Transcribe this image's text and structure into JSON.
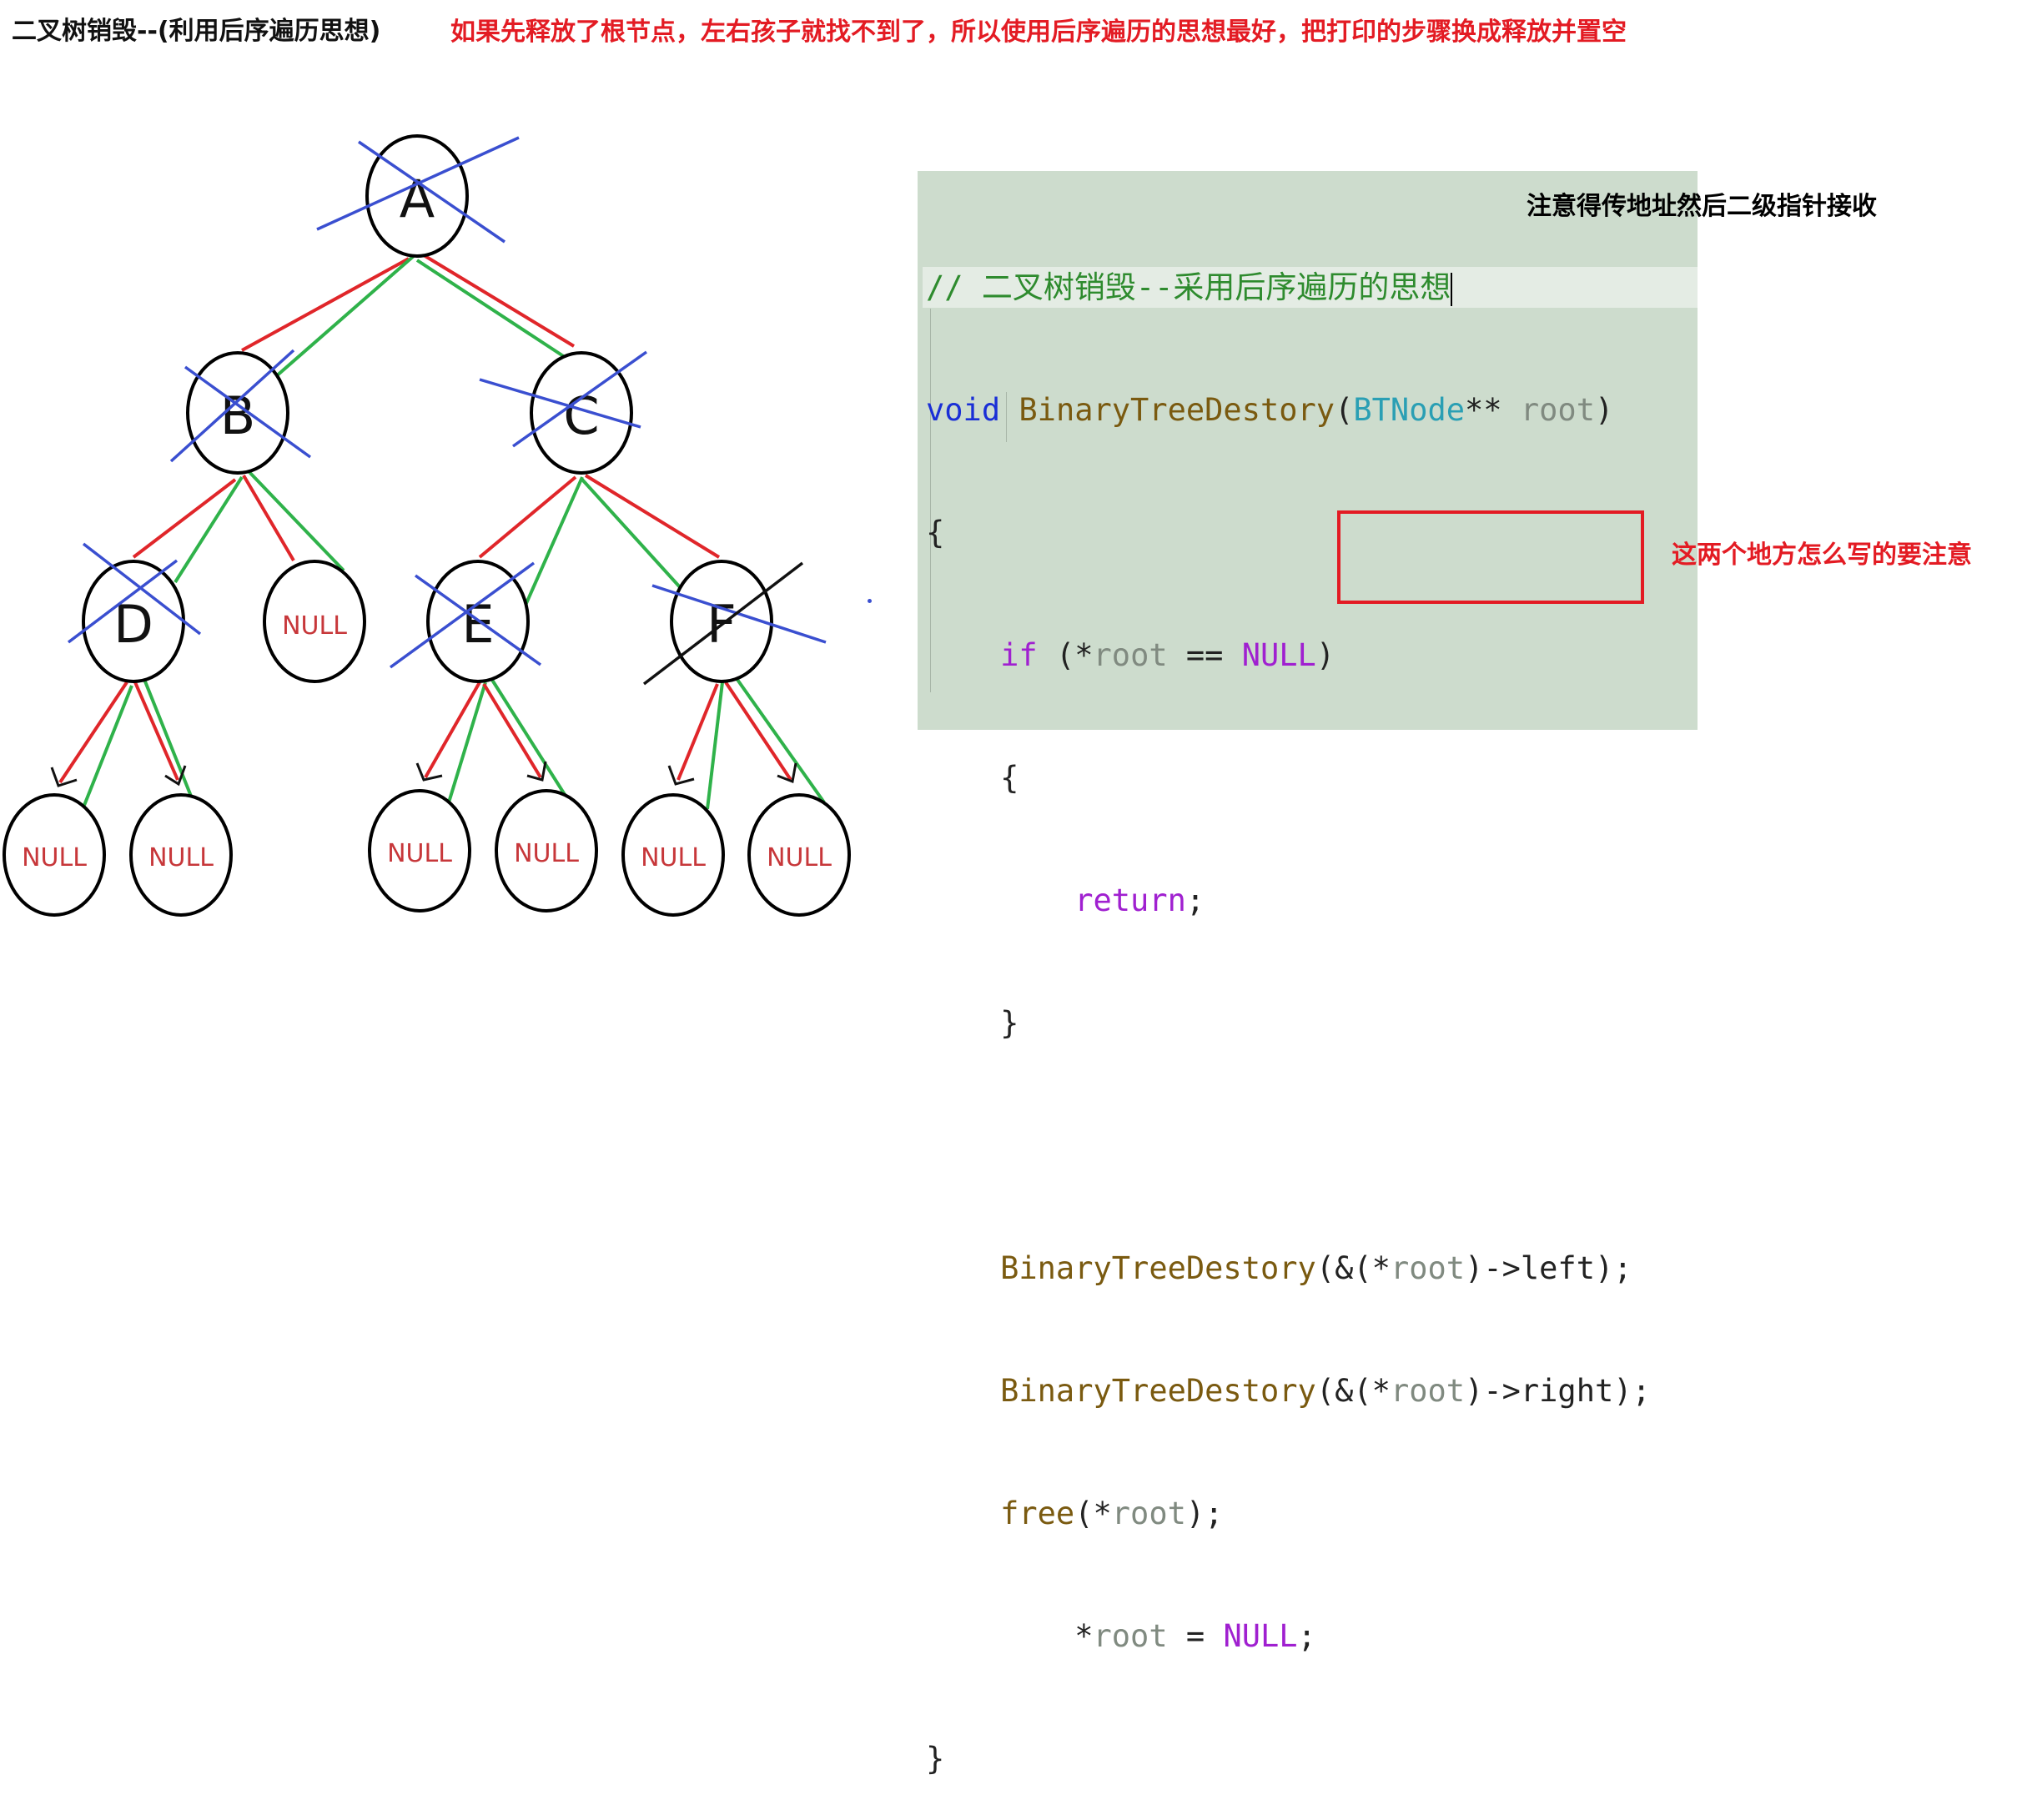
{
  "title": "二叉树销毁--(利用后序遍历思想)",
  "note_top": "如果先释放了根节点，左右孩子就找不到了，所以使用后序遍历的思想最好，把打印的步骤换成释放并置空",
  "note_pass_address": "注意得传地址然后二级指针接收",
  "note_two_places": "这两个地方怎么写的要注意",
  "nodes": {
    "A": "A",
    "B": "B",
    "C": "C",
    "D": "D",
    "E": "E",
    "F": "F",
    "null": "NULL"
  },
  "colors": {
    "annotation_red": "#e31b23",
    "edge_red": "#e0262a",
    "edge_green": "#2fb24a",
    "cross_blue": "#3a4fd0",
    "cross_black": "#111111",
    "code_bg": "#cddccd",
    "keyword_blue": "#1a2fd6",
    "keyword_purple": "#a020d0",
    "comment_green": "#2e8b2e",
    "type_teal": "#2a9fb4",
    "func_brown": "#7a5a10",
    "param_gray": "#808a80",
    "null_text": "#c7373a"
  },
  "code": {
    "comment": "// 二叉树销毁--采用后序遍历的思想",
    "kw_void": "void",
    "func_name": "BinaryTreeDestory",
    "paren_open": "(",
    "type_name": "BTNode",
    "stars": "**",
    "param": "root",
    "paren_close": ")",
    "brace_open": "{",
    "brace_close": "}",
    "kw_if": "if",
    "deref_star": "*",
    "eq": " == ",
    "kw_null": "NULL",
    "kw_return": "return",
    "semicolon": ";",
    "amp_open": "&(",
    "arrow_left": "->left",
    "arrow_right": "->right",
    "close_paren_semi": ");",
    "func_free": "free",
    "assign": " = "
  }
}
